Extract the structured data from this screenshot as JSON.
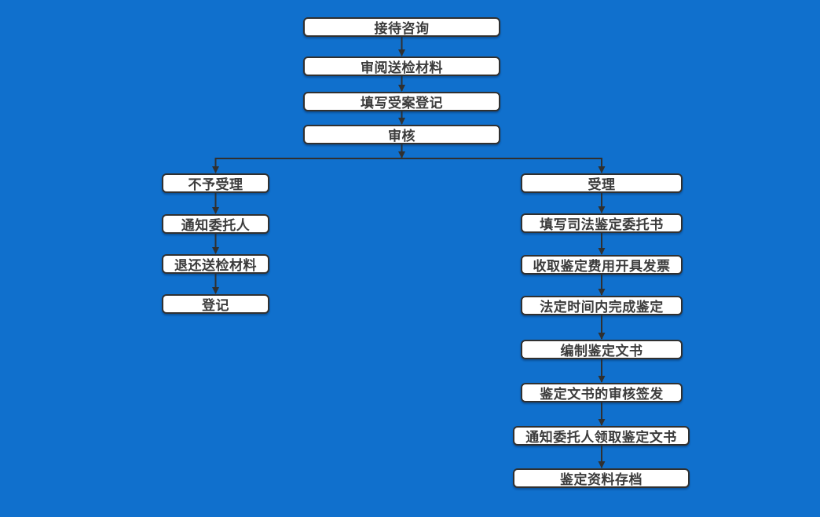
{
  "flow": {
    "main": [
      {
        "label": "接待咨询"
      },
      {
        "label": "审阅送检材料"
      },
      {
        "label": "填写受案登记"
      },
      {
        "label": "审核"
      }
    ],
    "left_branch": [
      {
        "label": "不予受理"
      },
      {
        "label": "通知委托人"
      },
      {
        "label": "退还送检材料"
      },
      {
        "label": "登记"
      }
    ],
    "right_branch": [
      {
        "label": "受理"
      },
      {
        "label": "填写司法鉴定委托书"
      },
      {
        "label": "收取鉴定费用开具发票"
      },
      {
        "label": "法定时间内完成鉴定"
      },
      {
        "label": "编制鉴定文书"
      },
      {
        "label": "鉴定文书的审核签发"
      },
      {
        "label": "通知委托人领取鉴定文书"
      },
      {
        "label": "鉴定资料存档"
      }
    ]
  },
  "colors": {
    "background": "#1070cd",
    "box_fill": "#ffffff",
    "box_border": "#303030",
    "text": "#3c3c3c",
    "connector": "#303030"
  }
}
